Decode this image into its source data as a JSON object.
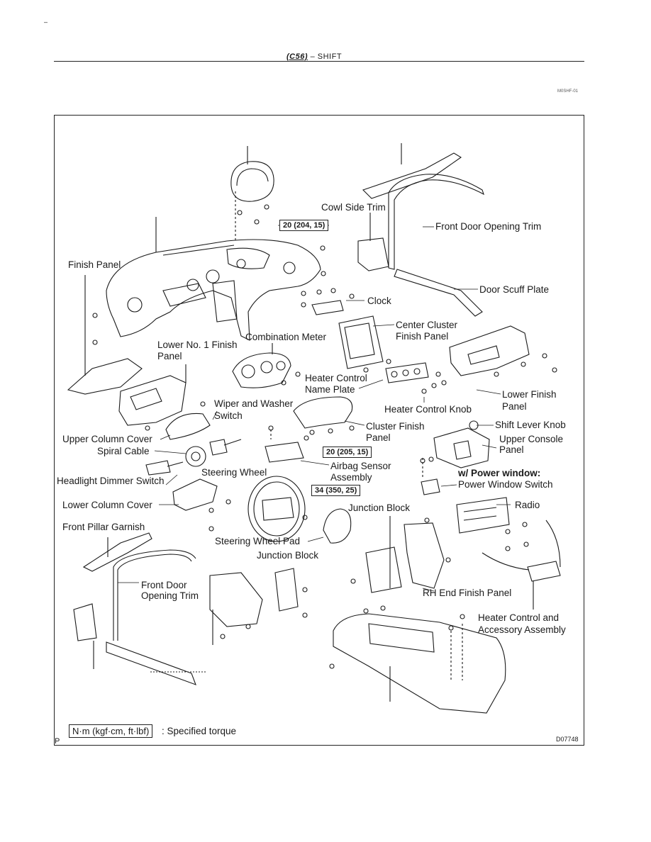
{
  "header": {
    "model": "(C56)",
    "dash": "–",
    "section": "SHIFT"
  },
  "corner_mark": "–",
  "ref_code": "M0SHF-01",
  "labels": {
    "cowl_side_trim": "Cowl Side Trim",
    "front_door_opening_trim_top": "Front Door Opening Trim",
    "door_scuff_plate": "Door Scuff Plate",
    "finish_panel": "Finish Panel",
    "clock": "Clock",
    "center_cluster_finish_panel_1": "Center Cluster",
    "center_cluster_finish_panel_2": "Finish Panel",
    "combination_meter": "Combination Meter",
    "lower_no1_finish_panel_1": "Lower No. 1 Finish",
    "lower_no1_finish_panel_2": "Panel",
    "heater_control_name_plate_1": "Heater Control",
    "heater_control_name_plate_2": "Name Plate",
    "lower_finish_panel_1": "Lower Finish",
    "lower_finish_panel_2": "Panel",
    "wiper_washer_switch_1": "Wiper and Washer",
    "wiper_washer_switch_2": "Switch",
    "heater_control_knob": "Heater Control Knob",
    "cluster_finish_panel_1": "Cluster Finish",
    "cluster_finish_panel_2": "Panel",
    "shift_lever_knob": "Shift Lever Knob",
    "upper_column_cover": "Upper Column Cover",
    "upper_console_panel_1": "Upper Console",
    "upper_console_panel_2": "Panel",
    "spiral_cable": "Spiral Cable",
    "airbag_sensor_assembly_1": "Airbag Sensor",
    "airbag_sensor_assembly_2": "Assembly",
    "steering_wheel": "Steering Wheel",
    "power_window_note": "w/ Power window:",
    "power_window_switch": "Power Window Switch",
    "headlight_dimmer_switch": "Headlight Dimmer Switch",
    "lower_column_cover": "Lower Column Cover",
    "junction_block_right": "Junction Block",
    "radio": "Radio",
    "front_pillar_garnish": "Front Pillar Garnish",
    "steering_wheel_pad": "Steering Wheel Pad",
    "junction_block_left": "Junction Block",
    "front_door_opening_trim_bottom_1": "Front Door",
    "front_door_opening_trim_bottom_2": "Opening Trim",
    "rh_end_finish_panel": "RH End Finish Panel",
    "heater_control_accessory_1": "Heater Control and",
    "heater_control_accessory_2": "Accessory Assembly"
  },
  "torque": {
    "airbag_module": "20 (204, 15)",
    "airbag_sensor": "20 (205, 15)",
    "steering_wheel": "34 (350, 25)"
  },
  "legend": {
    "box": "N·m (kgf·cm, ft·lbf)",
    "text": ": Specified torque"
  },
  "corner_letter": "P",
  "figure_code": "D07748"
}
